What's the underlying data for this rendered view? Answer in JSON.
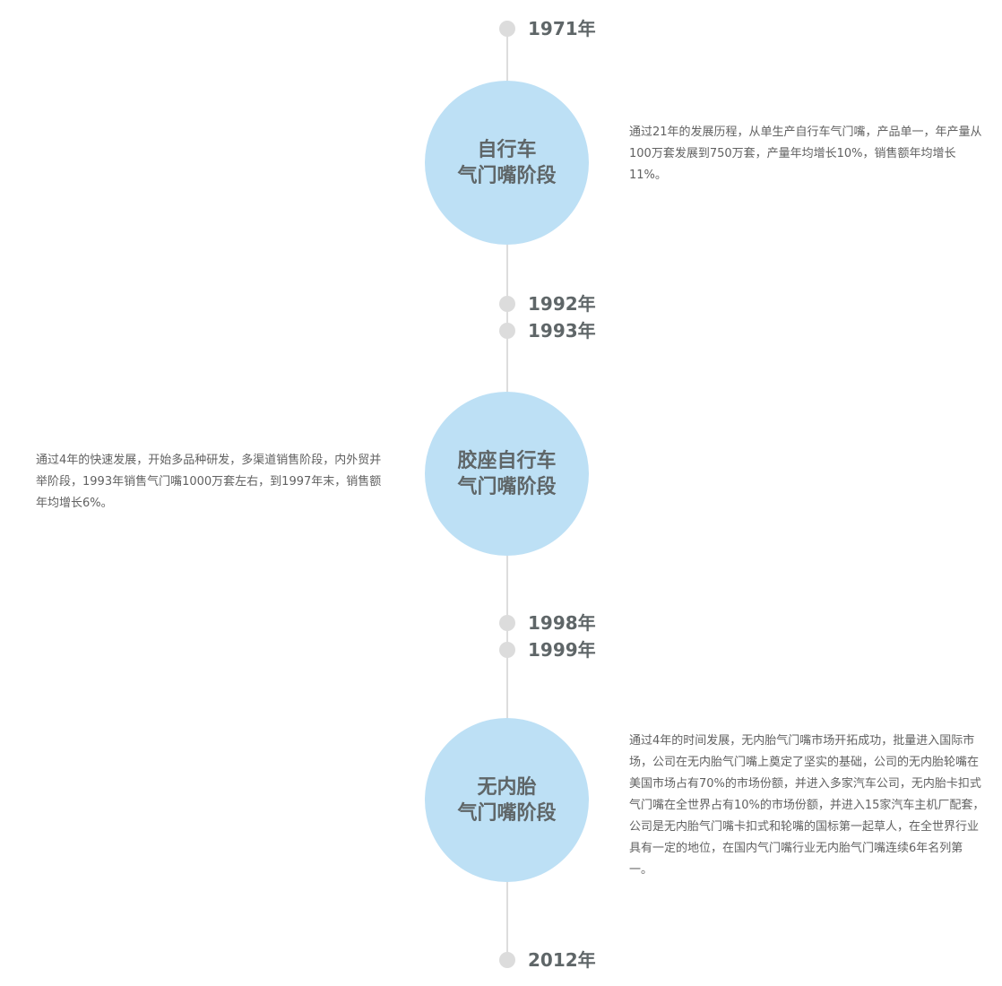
{
  "years": {
    "y1971": "1971年",
    "y1992": "1992年",
    "y1993": "1993年",
    "y1998": "1998年",
    "y1999": "1999年",
    "y2012": "2012年"
  },
  "stages": [
    {
      "title_line1": "自行车",
      "title_line2": "气门嘴阶段",
      "description": "通过21年的发展历程，从单生产自行车气门嘴，产品单一，年产量从100万套发展到750万套，产量年均增长10%，销售额年均增长11%。"
    },
    {
      "title_line1": "胶座自行车",
      "title_line2": "气门嘴阶段",
      "description": "通过4年的快速发展，开始多品种研发，多渠道销售阶段，内外贸并举阶段，1993年销售气门嘴1000万套左右，到1997年末，销售额年均增长6%。"
    },
    {
      "title_line1": "无内胎",
      "title_line2": "气门嘴阶段",
      "description": "通过4年的时间发展，无内胎气门嘴市场开拓成功，批量进入国际市场，公司在无内胎气门嘴上奠定了坚实的基础，公司的无内胎轮嘴在美国市场占有70%的市场份额，并进入多家汽车公司，无内胎卡扣式气门嘴在全世界占有10%的市场份额，并进入15家汽车主机厂配套，公司是无内胎气门嘴卡扣式和轮嘴的国标第一起草人，在全世界行业具有一定的地位，在国内气门嘴行业无内胎气门嘴连续6年名列第一。"
    }
  ]
}
